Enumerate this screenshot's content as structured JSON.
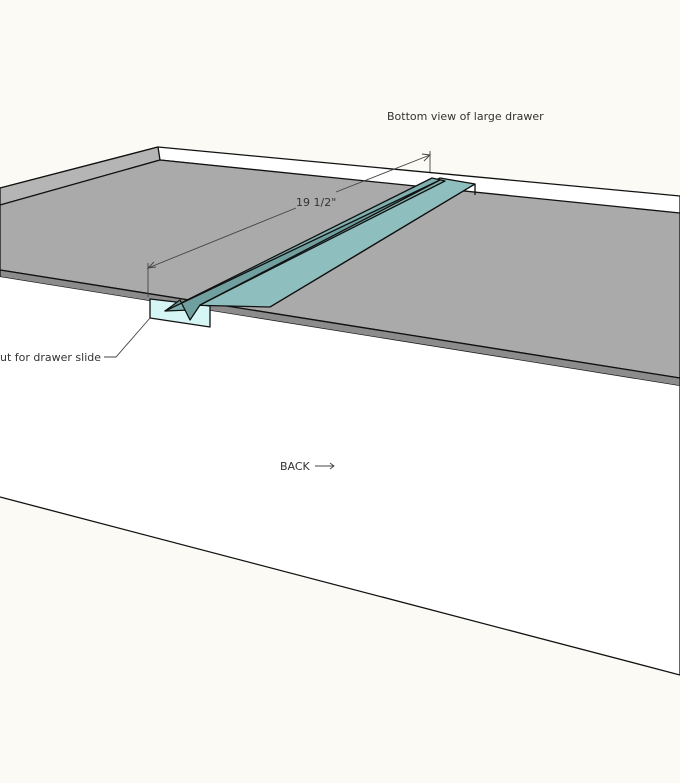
{
  "title": "Bottom view of large drawer",
  "dimension_label": "19 1/2\"",
  "callout_label": "ut for drawer slide",
  "direction_label": "BACK",
  "colors": {
    "background": "#fcfaf4",
    "surface": "#aaaaaa",
    "rail": "#8fbebe",
    "cutout": "#d6f6f6"
  }
}
